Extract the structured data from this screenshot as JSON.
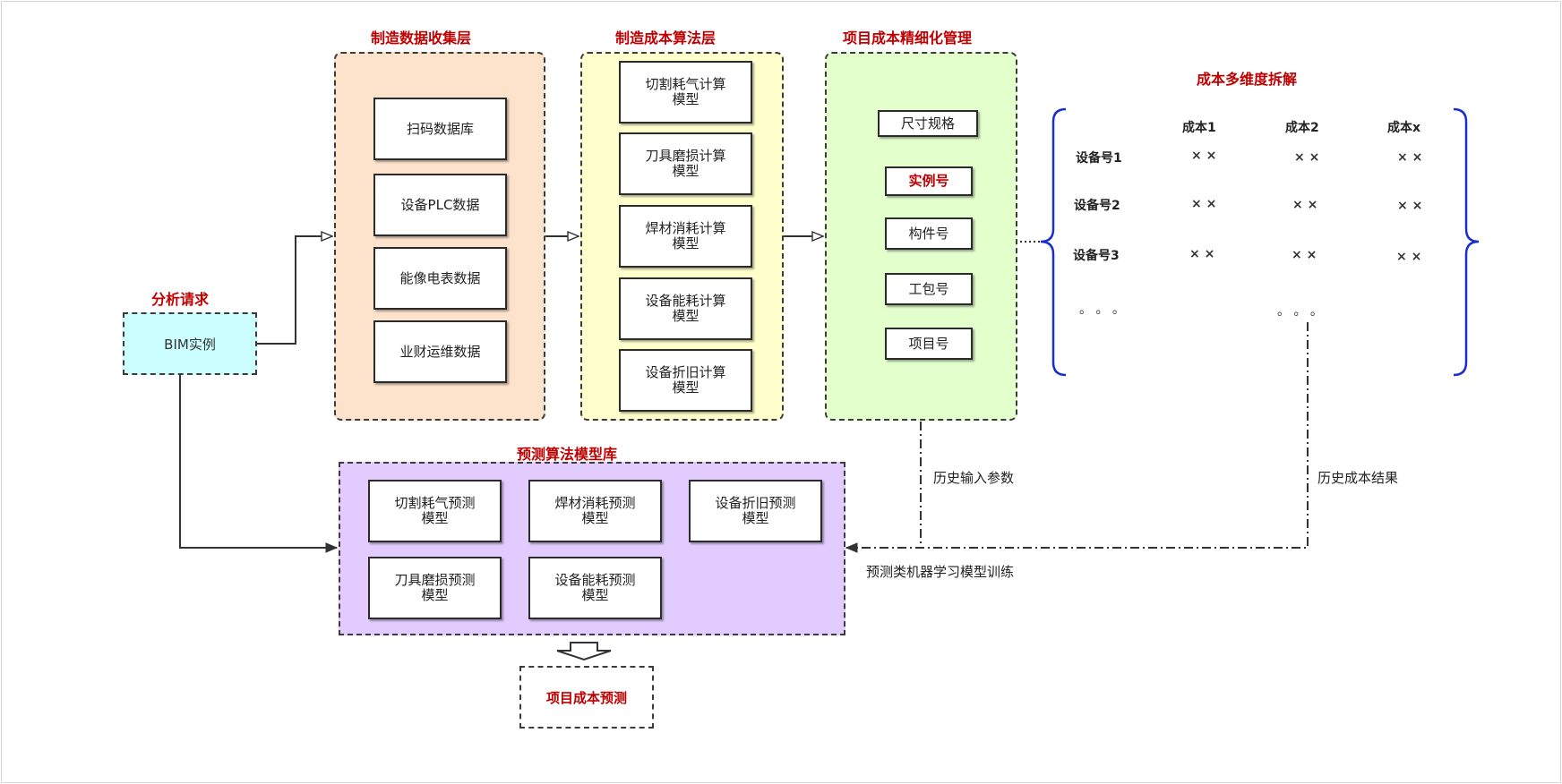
{
  "colors": {
    "title_red": "#c00000",
    "bracket_blue": "#1a2ecc",
    "request_fill": "#ccffff",
    "collect_fill": "#fde3cc",
    "algo_fill": "#ffffcc",
    "mgmt_fill": "#e2ffcc",
    "predict_fill": "#e2ccff"
  },
  "request": {
    "title": "分析请求",
    "node": "BIM实例"
  },
  "collect": {
    "title": "制造数据收集层",
    "items": [
      "扫码数据库",
      "设备PLC数据",
      "能像电表数据",
      "业财运维数据"
    ]
  },
  "algo": {
    "title": "制造成本算法层",
    "items": [
      "切割耗气计算\n模型",
      "刀具磨损计算\n模型",
      "焊材消耗计算\n模型",
      "设备能耗计算\n模型",
      "设备折旧计算\n模型"
    ]
  },
  "mgmt": {
    "title": "项目成本精细化管理",
    "size_spec": "尺寸规格",
    "instance": "实例号",
    "component": "构件号",
    "work_pack": "工包号",
    "project": "项目号"
  },
  "breakdown": {
    "title": "成本多维度拆解",
    "columns": [
      "成本1",
      "成本2",
      "成本x"
    ],
    "rows": [
      "设备号1",
      "设备号2",
      "设备号3"
    ],
    "cell_value": "× ×",
    "ellipsis": "。 。 。"
  },
  "predict": {
    "title": "预测算法模型库",
    "items": [
      "切割耗气预测\n模型",
      "焊材消耗预测\n模型",
      "设备折旧预测\n模型",
      "刀具磨损预测\n模型",
      "设备能耗预测\n模型"
    ]
  },
  "labels": {
    "history_input": "历史输入参数",
    "history_result": "历史成本结果",
    "ml_training": "预测类机器学习模型训练"
  },
  "output": {
    "title": "项目成本预测"
  }
}
